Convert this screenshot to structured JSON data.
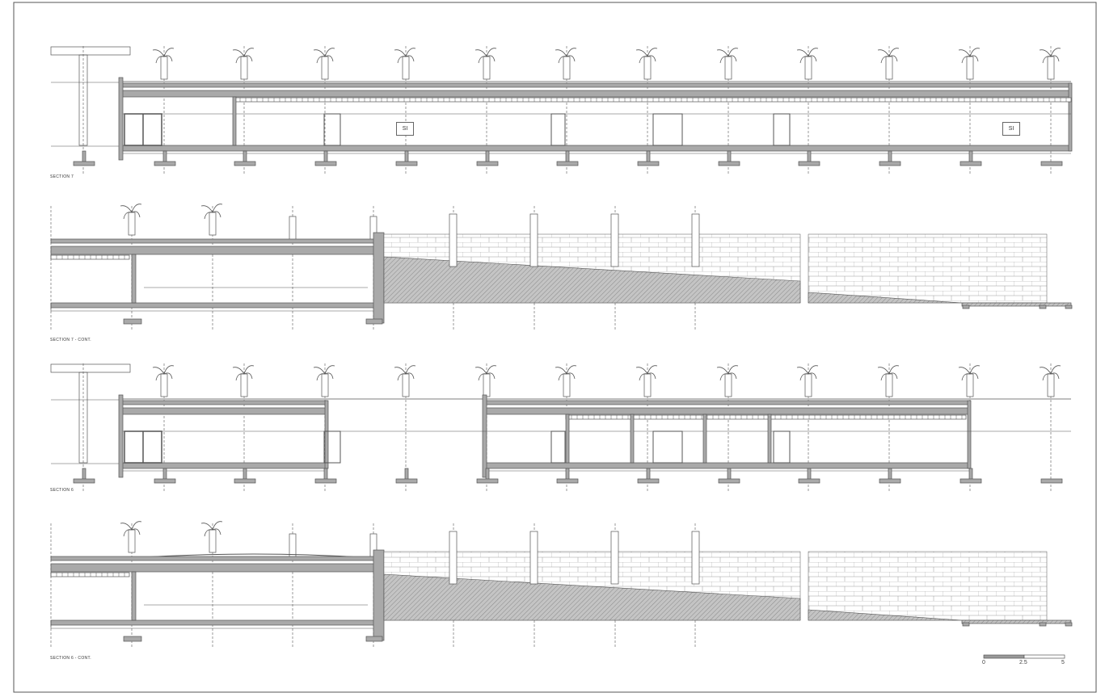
{
  "sections": [
    {
      "label": "SECTION 7"
    },
    {
      "label": "SECTION 7 - CONT."
    },
    {
      "label": "SECTION 6"
    },
    {
      "label": "SECTION 6 - CONT."
    }
  ],
  "signs": [
    "SI",
    "SI"
  ],
  "scale_bar": {
    "ticks": [
      "0",
      "2.5",
      "5"
    ]
  },
  "colors": {
    "slab": "#a9a9a9",
    "line": "#555555",
    "hatch": "#b5b5b5"
  }
}
